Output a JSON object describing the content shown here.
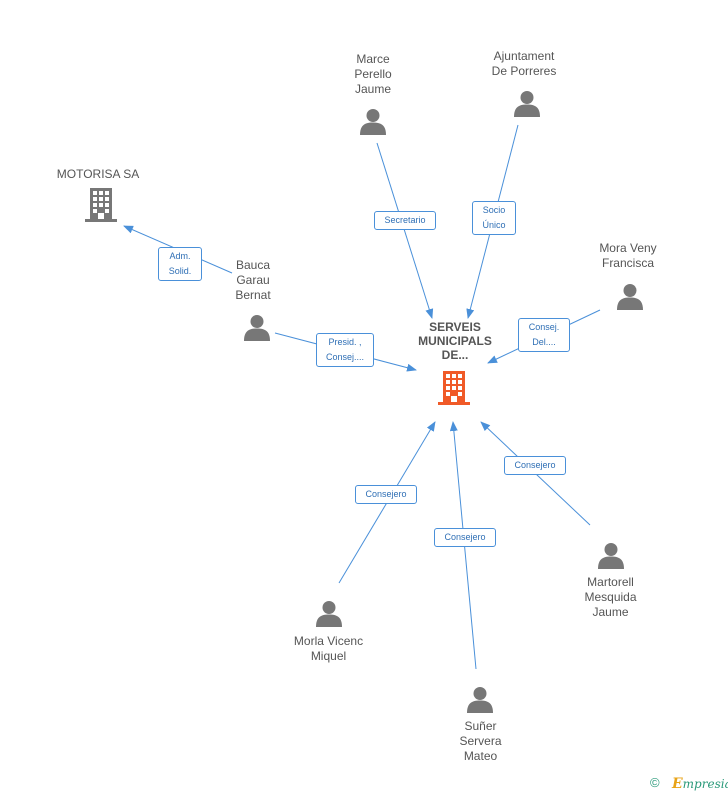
{
  "center": {
    "label": "SERVEIS\nMUNICIPALS\nDE...",
    "icon": "building-icon",
    "color": "#f05a28"
  },
  "nodes": [
    {
      "id": "motorisa",
      "label": "MOTORISA SA",
      "type": "company"
    },
    {
      "id": "bauca",
      "label": "Bauca\nGarau\nBernat",
      "type": "person"
    },
    {
      "id": "marce",
      "label": "Marce\nPerello\nJaume",
      "type": "person"
    },
    {
      "id": "ajuntament",
      "label": "Ajuntament\nDe Porreres",
      "type": "person"
    },
    {
      "id": "mora",
      "label": "Mora Veny\nFrancisca",
      "type": "person"
    },
    {
      "id": "martorell",
      "label": "Martorell\nMesquida\nJaume",
      "type": "person"
    },
    {
      "id": "suner",
      "label": "Suñer\nServera\nMateo",
      "type": "person"
    },
    {
      "id": "morla",
      "label": "Morla Vicenc\nMiquel",
      "type": "person"
    }
  ],
  "edges": [
    {
      "from": "bauca",
      "to": "motorisa",
      "label": "Adm.\nSolid."
    },
    {
      "from": "bauca",
      "to": "center",
      "label": "Presid. ,\nConsej...."
    },
    {
      "from": "marce",
      "to": "center",
      "label": "Secretario"
    },
    {
      "from": "ajuntament",
      "to": "center",
      "label": "Socio\nÚnico"
    },
    {
      "from": "mora",
      "to": "center",
      "label": "Consej.\nDel...."
    },
    {
      "from": "martorell",
      "to": "center",
      "label": "Consejero"
    },
    {
      "from": "suner",
      "to": "center",
      "label": "Consejero"
    },
    {
      "from": "morla",
      "to": "center",
      "label": "Consejero"
    }
  ],
  "colors": {
    "edge": "#4a90d9",
    "person": "#777777",
    "company": "#777777"
  },
  "footer": {
    "copyright": "©",
    "brand_first": "E",
    "brand_rest": "mpresia"
  }
}
